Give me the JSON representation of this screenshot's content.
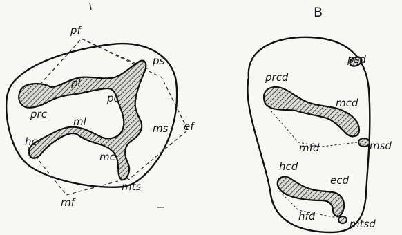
{
  "figure": {
    "panel_b_title": "B",
    "left_labels": {
      "pf": "pf",
      "ps": "ps",
      "pl": "pl",
      "pc": "pc",
      "prc": "prc",
      "ml": "ml",
      "ms": "ms",
      "ef": "ef",
      "hc": "hc",
      "mc": "mc",
      "mts": "mts",
      "mf": "mf"
    },
    "right_labels": {
      "psd": "psd",
      "prcd": "prcd",
      "mcd": "mcd",
      "mfd": "mfd",
      "msd": "msd",
      "hcd": "hcd",
      "ecd": "ecd",
      "hfd": "hfd",
      "mtsd": "mtsd"
    }
  }
}
